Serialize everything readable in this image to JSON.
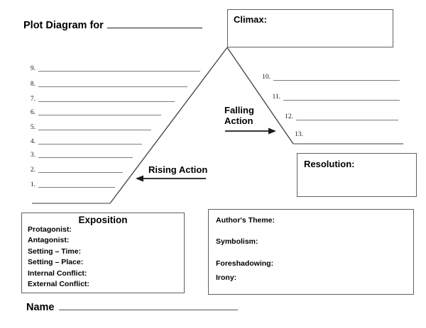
{
  "title": {
    "label": "Plot Diagram for"
  },
  "climax": {
    "label": "Climax:"
  },
  "rising_action": {
    "label": "Rising Action"
  },
  "falling_action": {
    "label": "Falling\nAction"
  },
  "resolution": {
    "label": "Resolution:"
  },
  "left_slope": {
    "numbers": [
      "1.",
      "2.",
      "3.",
      "4.",
      "5.",
      "6.",
      "7.",
      "8.",
      "9."
    ]
  },
  "right_slope": {
    "numbers": [
      "10.",
      "11.",
      "12.",
      "13."
    ]
  },
  "exposition": {
    "title": "Exposition",
    "fields": [
      "Protagonist:",
      "Antagonist:",
      "Setting – Time:",
      "Setting – Place:",
      "Internal Conflict:",
      "External Conflict:"
    ]
  },
  "theme": {
    "fields": [
      "Author's Theme:",
      "Symbolism:",
      "Foreshadowing:",
      "Irony:"
    ]
  },
  "name": {
    "label": "Name"
  }
}
